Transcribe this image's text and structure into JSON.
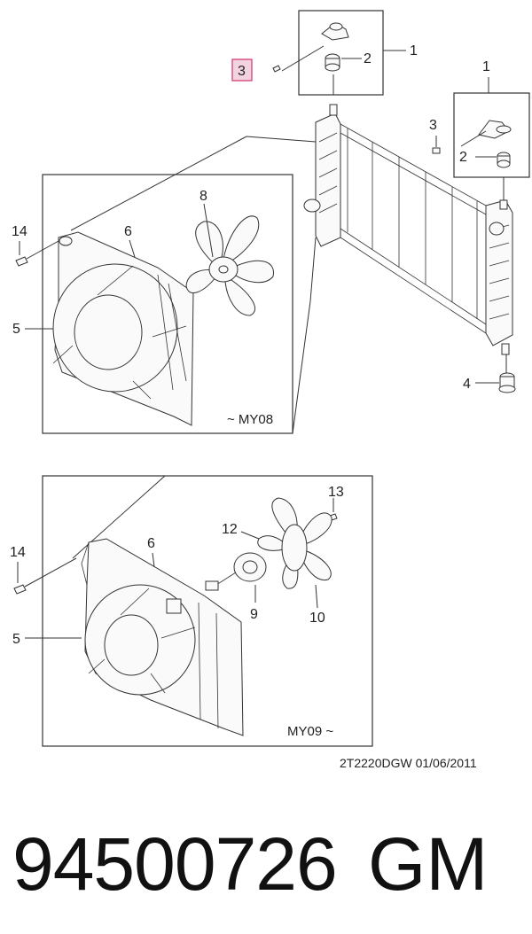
{
  "callouts": {
    "c1_top": "1",
    "c2_top": "2",
    "c3_top": "3",
    "c1_right": "1",
    "c3_right": "3",
    "c2_right": "2",
    "c4": "4",
    "c8": "8",
    "c14_a": "14",
    "c6_a": "6",
    "c5_a": "5",
    "c13": "13",
    "c12": "12",
    "c6_b": "6",
    "c14_b": "14",
    "c9": "9",
    "c10": "10",
    "c5_b": "5"
  },
  "ranges": {
    "upper": "~ MY08",
    "lower": "MY09 ~"
  },
  "reference": "2T2220DGW  01/06/2011",
  "footer": {
    "part_number": "94500726",
    "brand": "GM"
  },
  "colors": {
    "highlight_fill": "#f4d3e0",
    "highlight_stroke": "#d0336b"
  }
}
